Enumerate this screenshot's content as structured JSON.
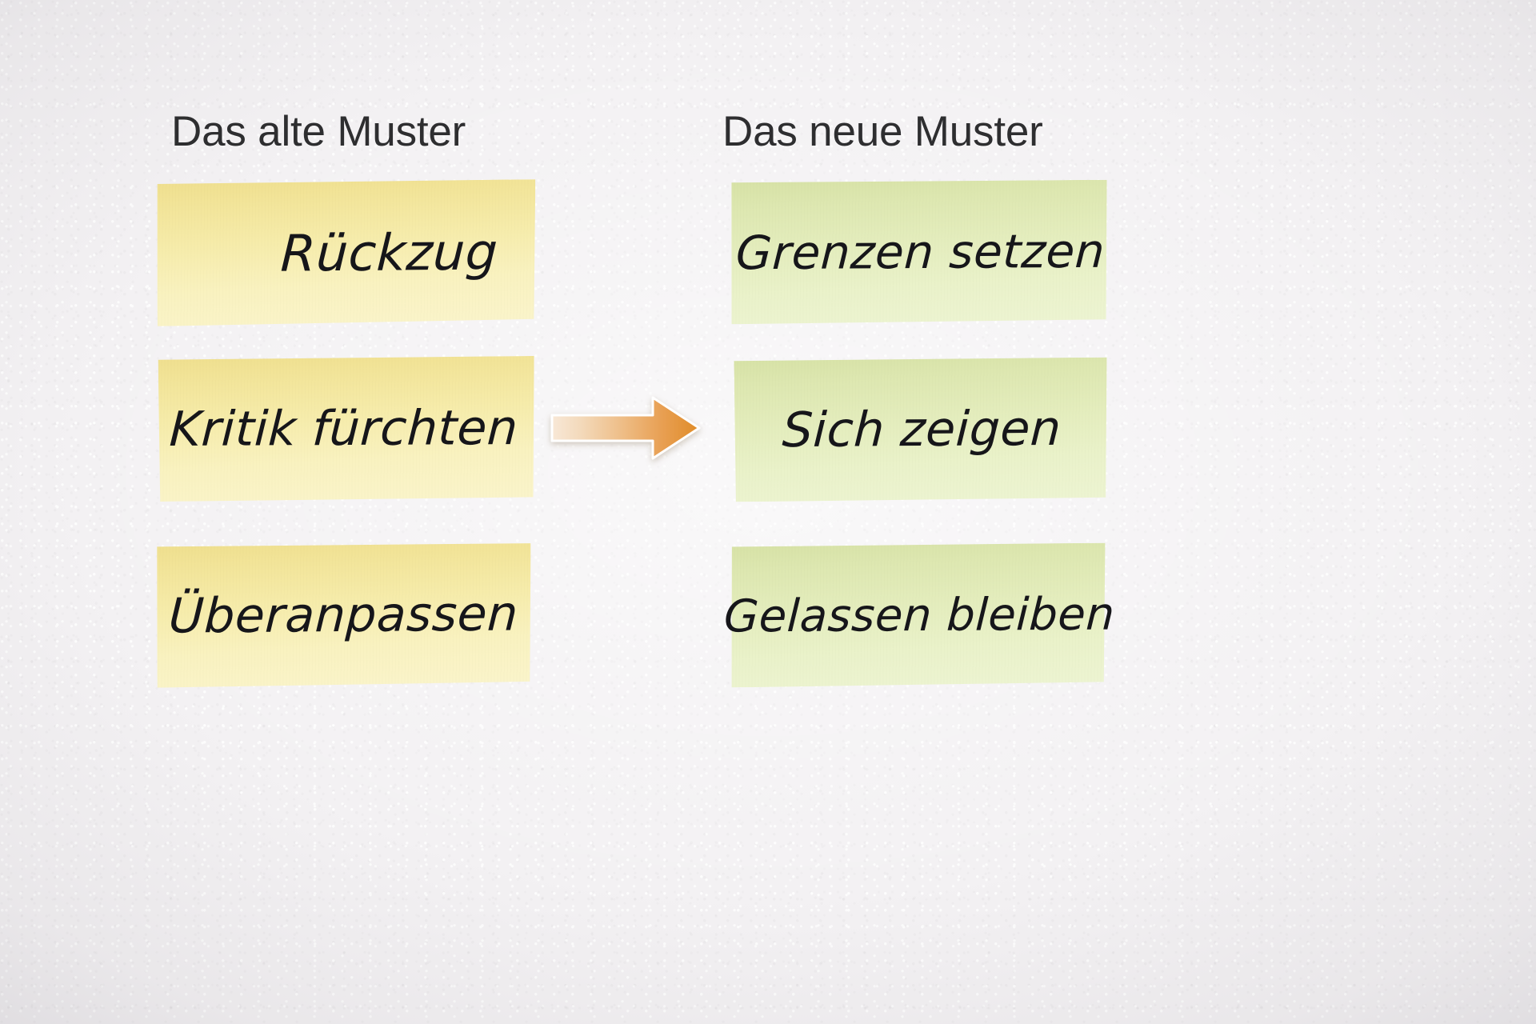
{
  "background": {
    "color": "#f3f1f3",
    "surface": "paper-texture"
  },
  "columns": {
    "left": {
      "heading": "Das alte Muster",
      "note_color": "#f6ecab",
      "notes": [
        {
          "text": "Rückzug"
        },
        {
          "text": "Kritik fürchten"
        },
        {
          "text": "Überanpassen"
        }
      ]
    },
    "right": {
      "heading": "Das neue Muster",
      "note_color": "#e4edbd",
      "notes": [
        {
          "text": "Grenzen setzen"
        },
        {
          "text": "Sich zeigen"
        },
        {
          "text": "Gelassen bleiben"
        }
      ]
    }
  },
  "arrow": {
    "name": "transformation-arrow",
    "direction": "right",
    "color_start": "#f6dfc6",
    "color_end": "#e8922f"
  },
  "text_colors": {
    "heading": "#2e2e30",
    "handwriting": "#16161a"
  }
}
